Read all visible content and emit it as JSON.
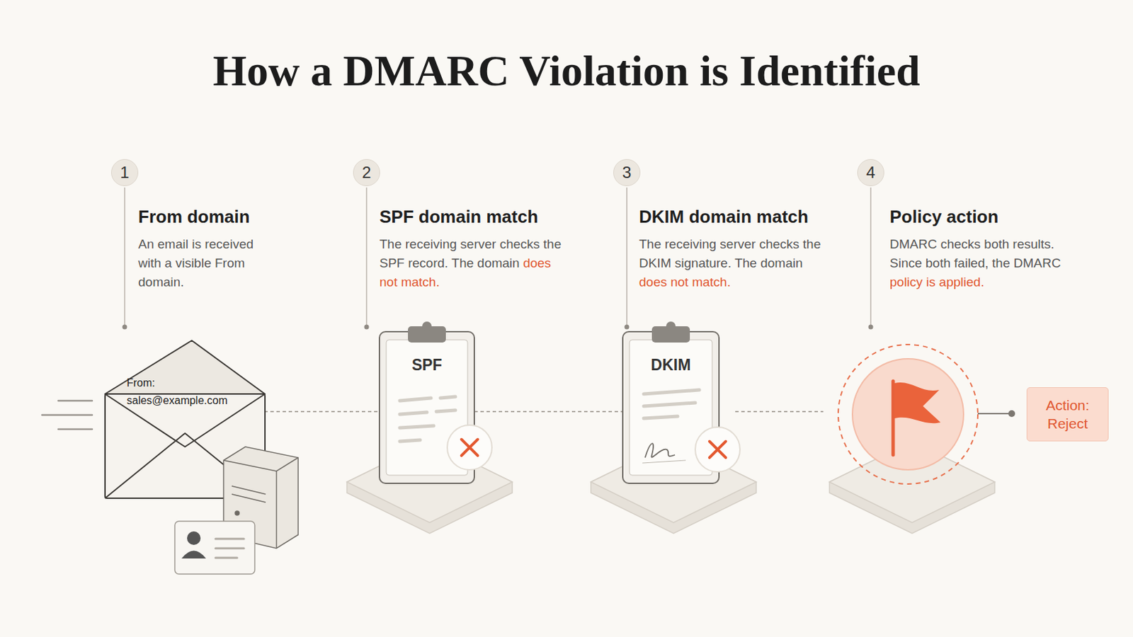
{
  "diagram": {
    "title": "How a DMARC Violation is Identified",
    "nodes": [
      {
        "text": [
          "1"
        ]
      },
      {
        "text": [
          "From:",
          "sales@example.com"
        ]
      },
      {
        "text": [
          "2"
        ]
      },
      {
        "text": [
          "SPF"
        ]
      },
      {
        "text": [
          "3"
        ]
      },
      {
        "text": [
          "DKIM"
        ]
      },
      {
        "text": [
          "4"
        ]
      },
      {
        "text": [
          "Action: Reject"
        ]
      }
    ],
    "edges": [
      {
        "from": 1,
        "to": 3,
        "arrow": "none"
      },
      {
        "from": 3,
        "to": 5,
        "arrow": "none"
      }
    ],
    "labels": [
      "From domain",
      "An email is received with a visible From domain.",
      "SPF domain match",
      "The receiving server checks the SPF record. The domain",
      "does not match.",
      "DKIM domain match",
      "The receiving server checks the DKIM signature. The domain",
      "does not match.",
      "Policy action",
      "DMARC checks both results. Since both failed, the DMARC",
      "policy is applied."
    ]
  }
}
